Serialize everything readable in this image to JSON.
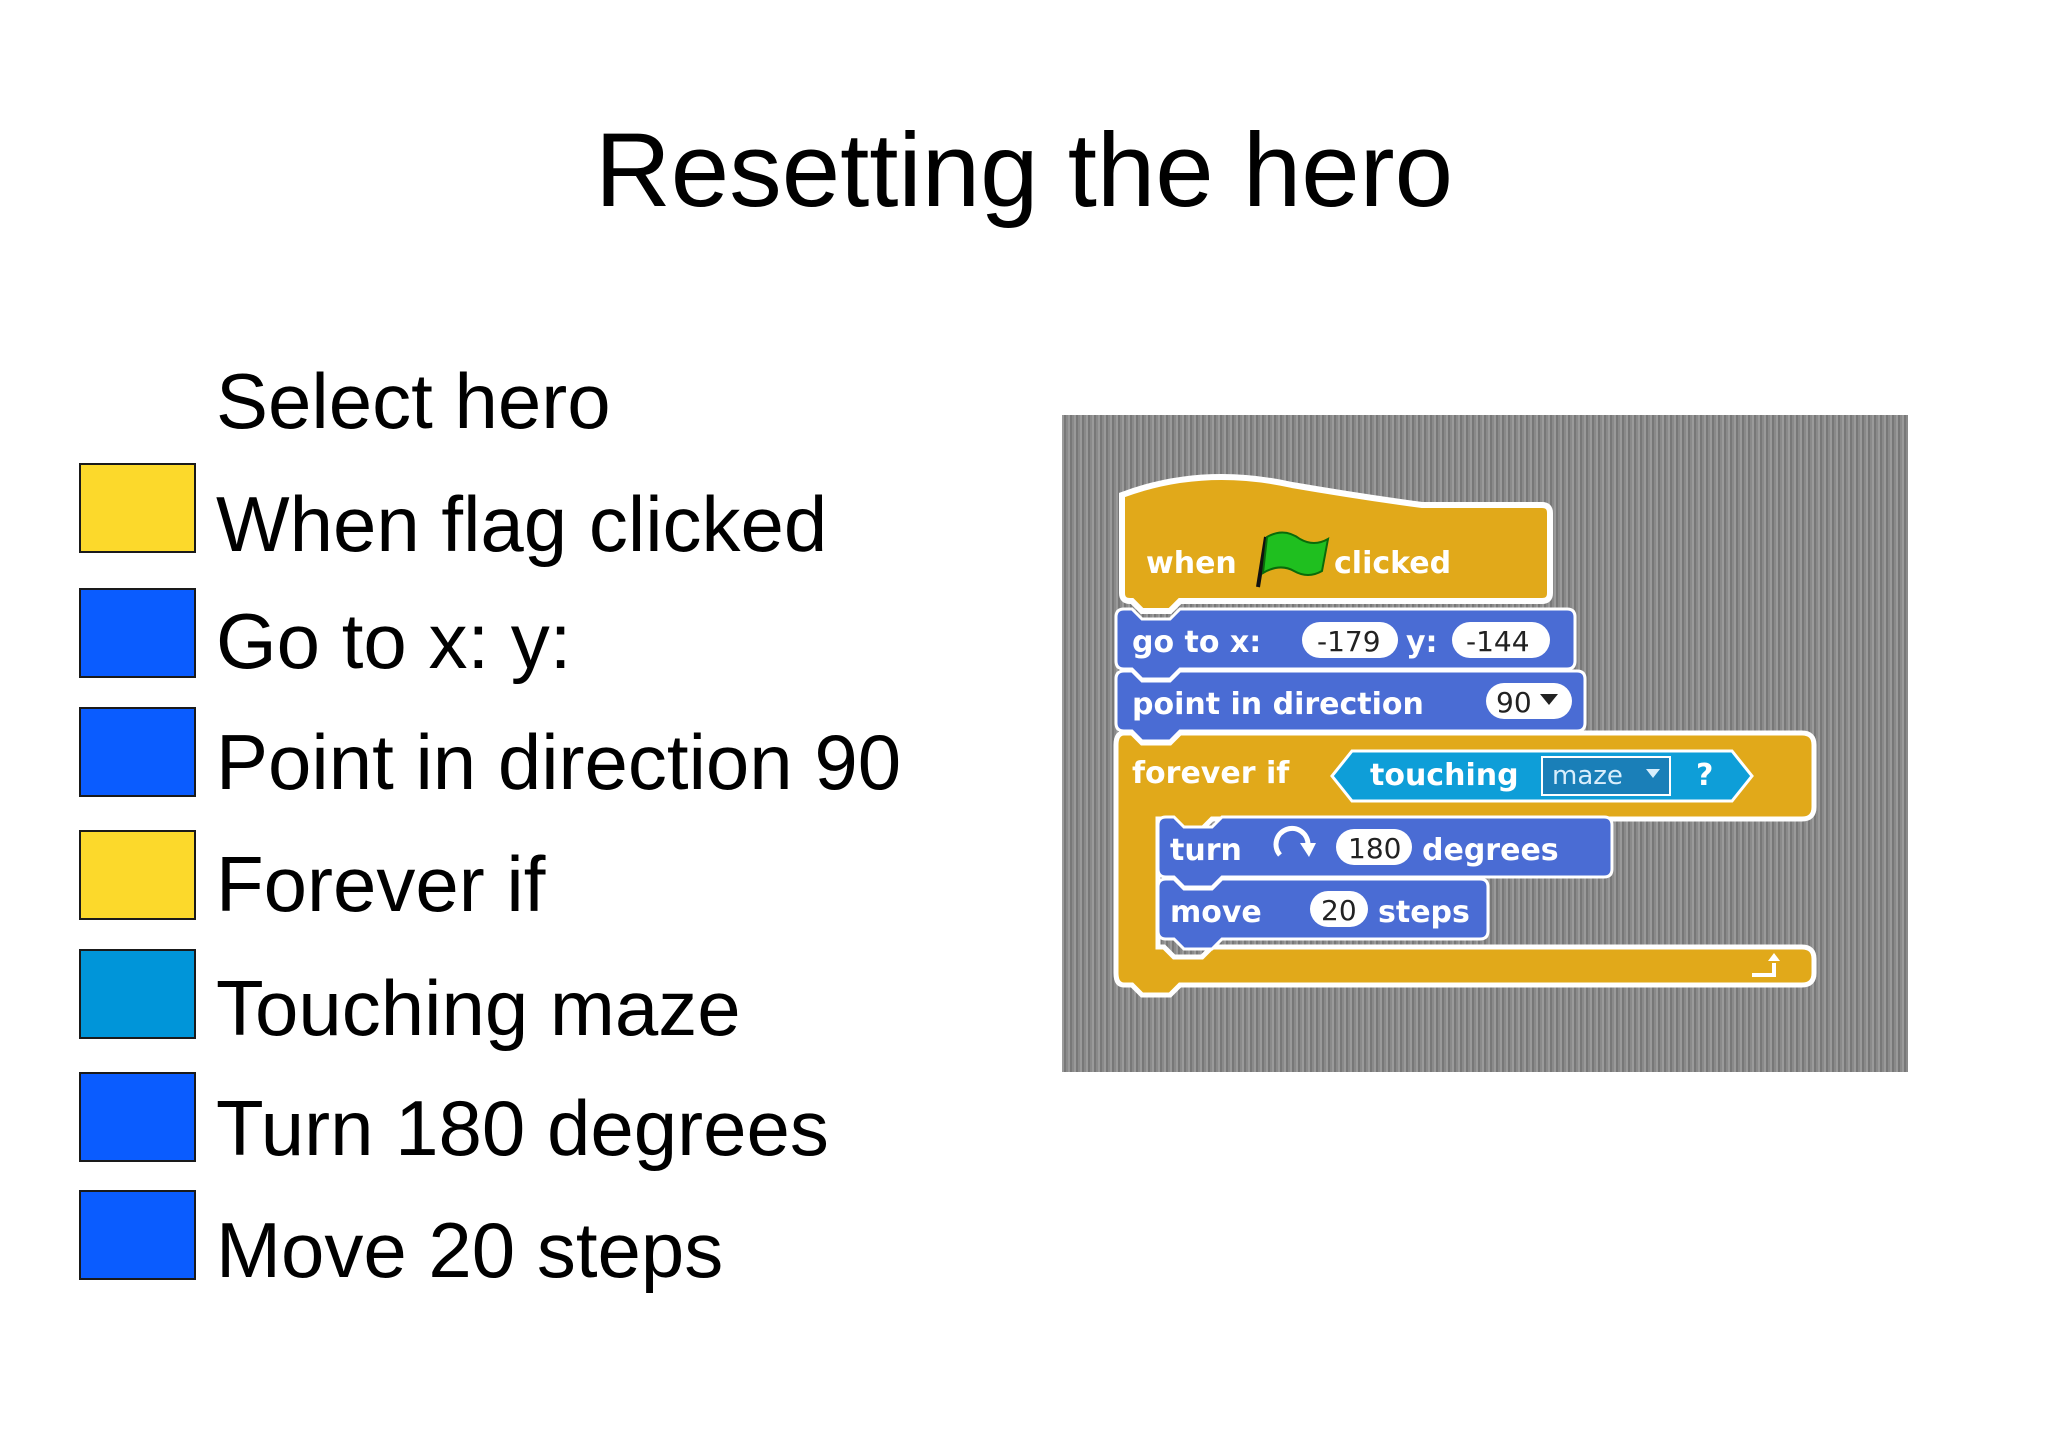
{
  "slide": {
    "title": "Resetting the hero"
  },
  "steps": [
    {
      "label": "Select hero",
      "swatch": null
    },
    {
      "label": "When flag clicked",
      "swatch": "#fcd92b"
    },
    {
      "label": "Go to x: y:",
      "swatch": "#0a5cff"
    },
    {
      "label": "Point in direction 90",
      "swatch": "#0a5cff"
    },
    {
      "label": "Forever if",
      "swatch": "#fcd92b"
    },
    {
      "label": "Touching maze",
      "swatch": "#0095d9"
    },
    {
      "label": "Turn 180 degrees",
      "swatch": "#0a5cff"
    },
    {
      "label": "Move 20 steps",
      "swatch": "#0a5cff"
    }
  ],
  "script": {
    "hat": {
      "word1": "when",
      "word2": "clicked",
      "icon": "green-flag-icon"
    },
    "goto": {
      "label": "go to x:",
      "x": "-179",
      "ylabel": "y:",
      "y": "-144"
    },
    "point": {
      "label": "point in direction",
      "value": "90"
    },
    "forever": {
      "label": "forever if"
    },
    "touching": {
      "label": "touching",
      "target": "maze",
      "q": "?"
    },
    "turn": {
      "word1": "turn",
      "value": "180",
      "word2": "degrees",
      "icon": "rotate-right-icon"
    },
    "move": {
      "word1": "move",
      "value": "20",
      "word2": "steps"
    },
    "colors": {
      "control": "#e1a91a",
      "motion": "#4a6cd4",
      "sensing": "#0e9ed8",
      "flag": "#1fbf1f"
    }
  }
}
